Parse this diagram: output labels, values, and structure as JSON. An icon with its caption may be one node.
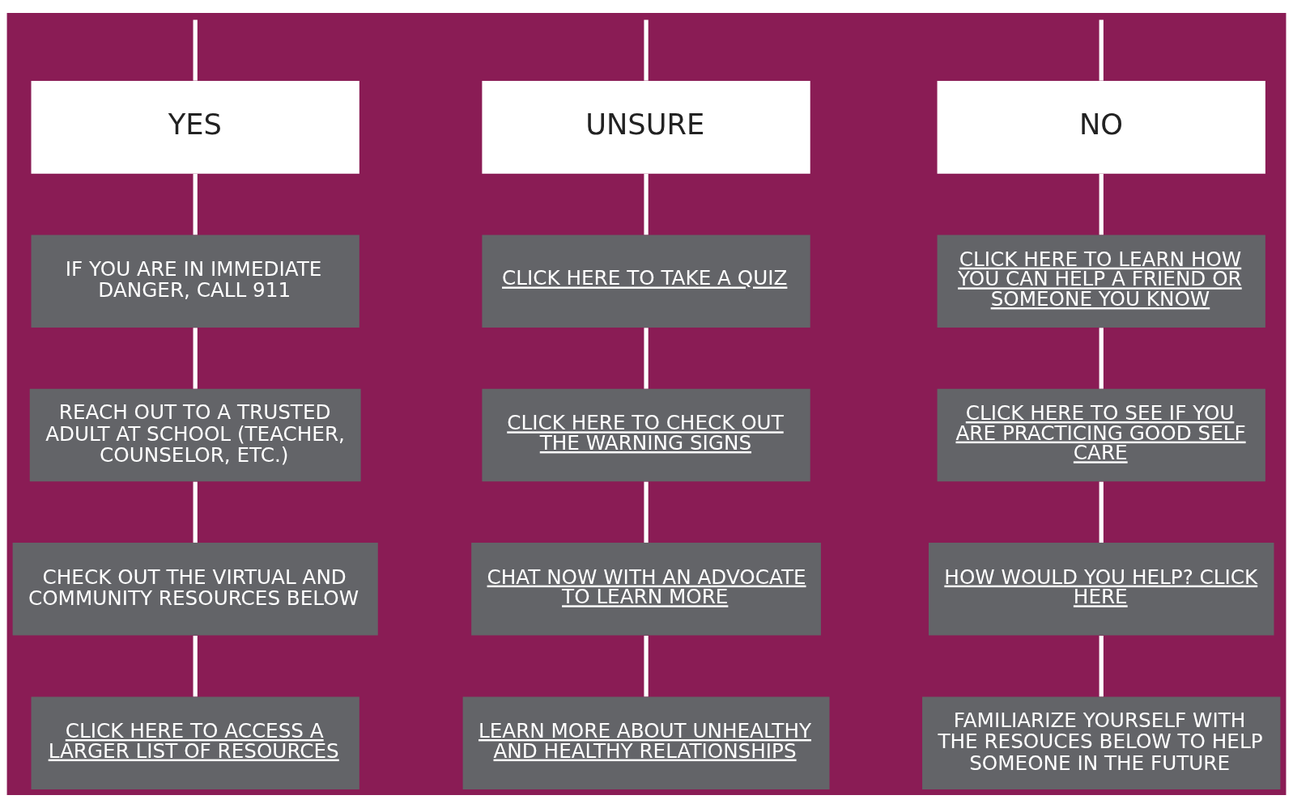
{
  "diagram": {
    "nodes": [
      {
        "text": [
          "YES"
        ]
      },
      {
        "text": [
          "UNSURE"
        ]
      },
      {
        "text": [
          "NO"
        ]
      },
      {
        "text": [
          "IF YOU ARE IN IMMEDIATE DANGER, CALL 911"
        ]
      },
      {
        "text": [
          "REACH OUT TO A TRUSTED ADULT AT SCHOOL (TEACHER, COUNSELOR, ETC.)"
        ]
      },
      {
        "text": [
          "CHECK OUT THE VIRTUAL AND COMMUNITY RESOURCES BELOW"
        ]
      },
      {
        "text": [
          "CLICK HERE TO ACCESS A LARGER LIST OF RESOURCES"
        ]
      },
      {
        "text": [
          "CLICK HERE TO TAKE A QUIZ"
        ]
      },
      {
        "text": [
          "CLICK HERE TO CHECK OUT THE WARNING SIGNS"
        ]
      },
      {
        "text": [
          "CHAT NOW WITH AN ADVOCATE TO LEARN MORE"
        ]
      },
      {
        "text": [
          "LEARN MORE ABOUT UNHEALTHY AND HEALTHY RELATIONSHIPS"
        ]
      },
      {
        "text": [
          "CLICK HERE TO LEARN HOW YOU CAN HELP A FRIEND OR SOMEONE YOU KNOW"
        ]
      },
      {
        "text": [
          "CLICK HERE TO SEE IF YOU ARE PRACTICING GOOD SELF CARE"
        ]
      },
      {
        "text": [
          "HOW WOULD YOU HELP? CLICK HERE"
        ]
      },
      {
        "text": [
          "FAMILIARIZE YOURSELF WITH THE RESOUCES BELOW TO HELP SOMEONE IN THE FUTURE"
        ]
      }
    ],
    "edges": [
      {
        "from": null,
        "to": 0,
        "arrow": "none"
      },
      {
        "from": null,
        "to": 1,
        "arrow": "none"
      },
      {
        "from": null,
        "to": 2,
        "arrow": "none"
      },
      {
        "from": 0,
        "to": 3,
        "arrow": "none"
      },
      {
        "from": 3,
        "to": 4,
        "arrow": "none"
      },
      {
        "from": 4,
        "to": 5,
        "arrow": "none"
      },
      {
        "from": 5,
        "to": 6,
        "arrow": "none"
      },
      {
        "from": 1,
        "to": 7,
        "arrow": "none"
      },
      {
        "from": 7,
        "to": 8,
        "arrow": "none"
      },
      {
        "from": 8,
        "to": 9,
        "arrow": "none"
      },
      {
        "from": 9,
        "to": 10,
        "arrow": "none"
      },
      {
        "from": 2,
        "to": 11,
        "arrow": "none"
      },
      {
        "from": 11,
        "to": 12,
        "arrow": "none"
      },
      {
        "from": 12,
        "to": 13,
        "arrow": "none"
      },
      {
        "from": 13,
        "to": 14,
        "arrow": "none"
      }
    ]
  }
}
